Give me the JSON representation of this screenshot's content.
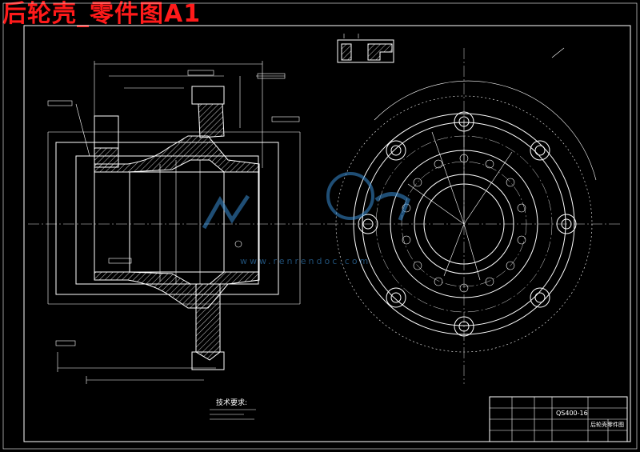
{
  "title": "后轮壳_零件图A1",
  "notes_heading": "技术要求:",
  "title_block": {
    "code": "QS400-16",
    "name": "后轮壳零件图"
  },
  "watermark_text": "www.renrendoc.com"
}
